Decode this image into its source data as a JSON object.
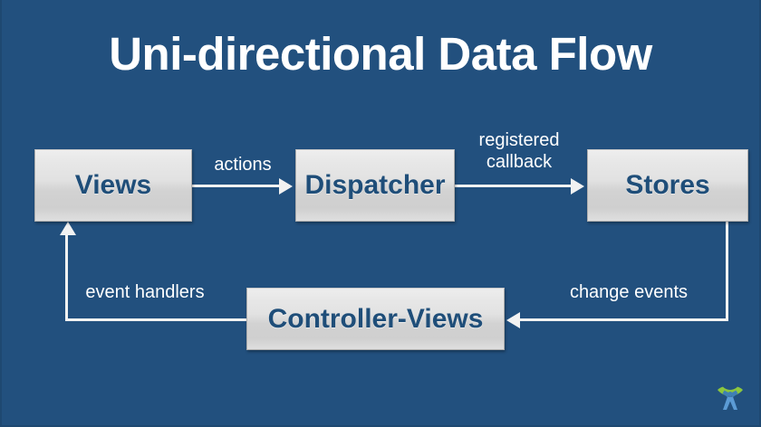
{
  "slide": {
    "title": "Uni-directional Data Flow",
    "background_color": "#22507e",
    "node_text_color": "#1f4e79",
    "arrow_color": "#f2f2f2",
    "title_color": "#ffffff"
  },
  "diagram": {
    "type": "flow-diagram",
    "nodes": [
      {
        "id": "views",
        "label": "Views"
      },
      {
        "id": "dispatcher",
        "label": "Dispatcher"
      },
      {
        "id": "stores",
        "label": "Stores"
      },
      {
        "id": "controller-views",
        "label": "Controller-Views"
      }
    ],
    "edges": [
      {
        "from": "views",
        "to": "dispatcher",
        "label": "actions"
      },
      {
        "from": "dispatcher",
        "to": "stores",
        "label": "registered\ncallback"
      },
      {
        "from": "stores",
        "to": "controller-views",
        "label": "change events"
      },
      {
        "from": "controller-views",
        "to": "views",
        "label": "event handlers"
      }
    ]
  },
  "logo": {
    "name": "person-with-raised-arms-logo",
    "arc_color": "#8cc63e",
    "figure_color": "#5b9bd5"
  }
}
